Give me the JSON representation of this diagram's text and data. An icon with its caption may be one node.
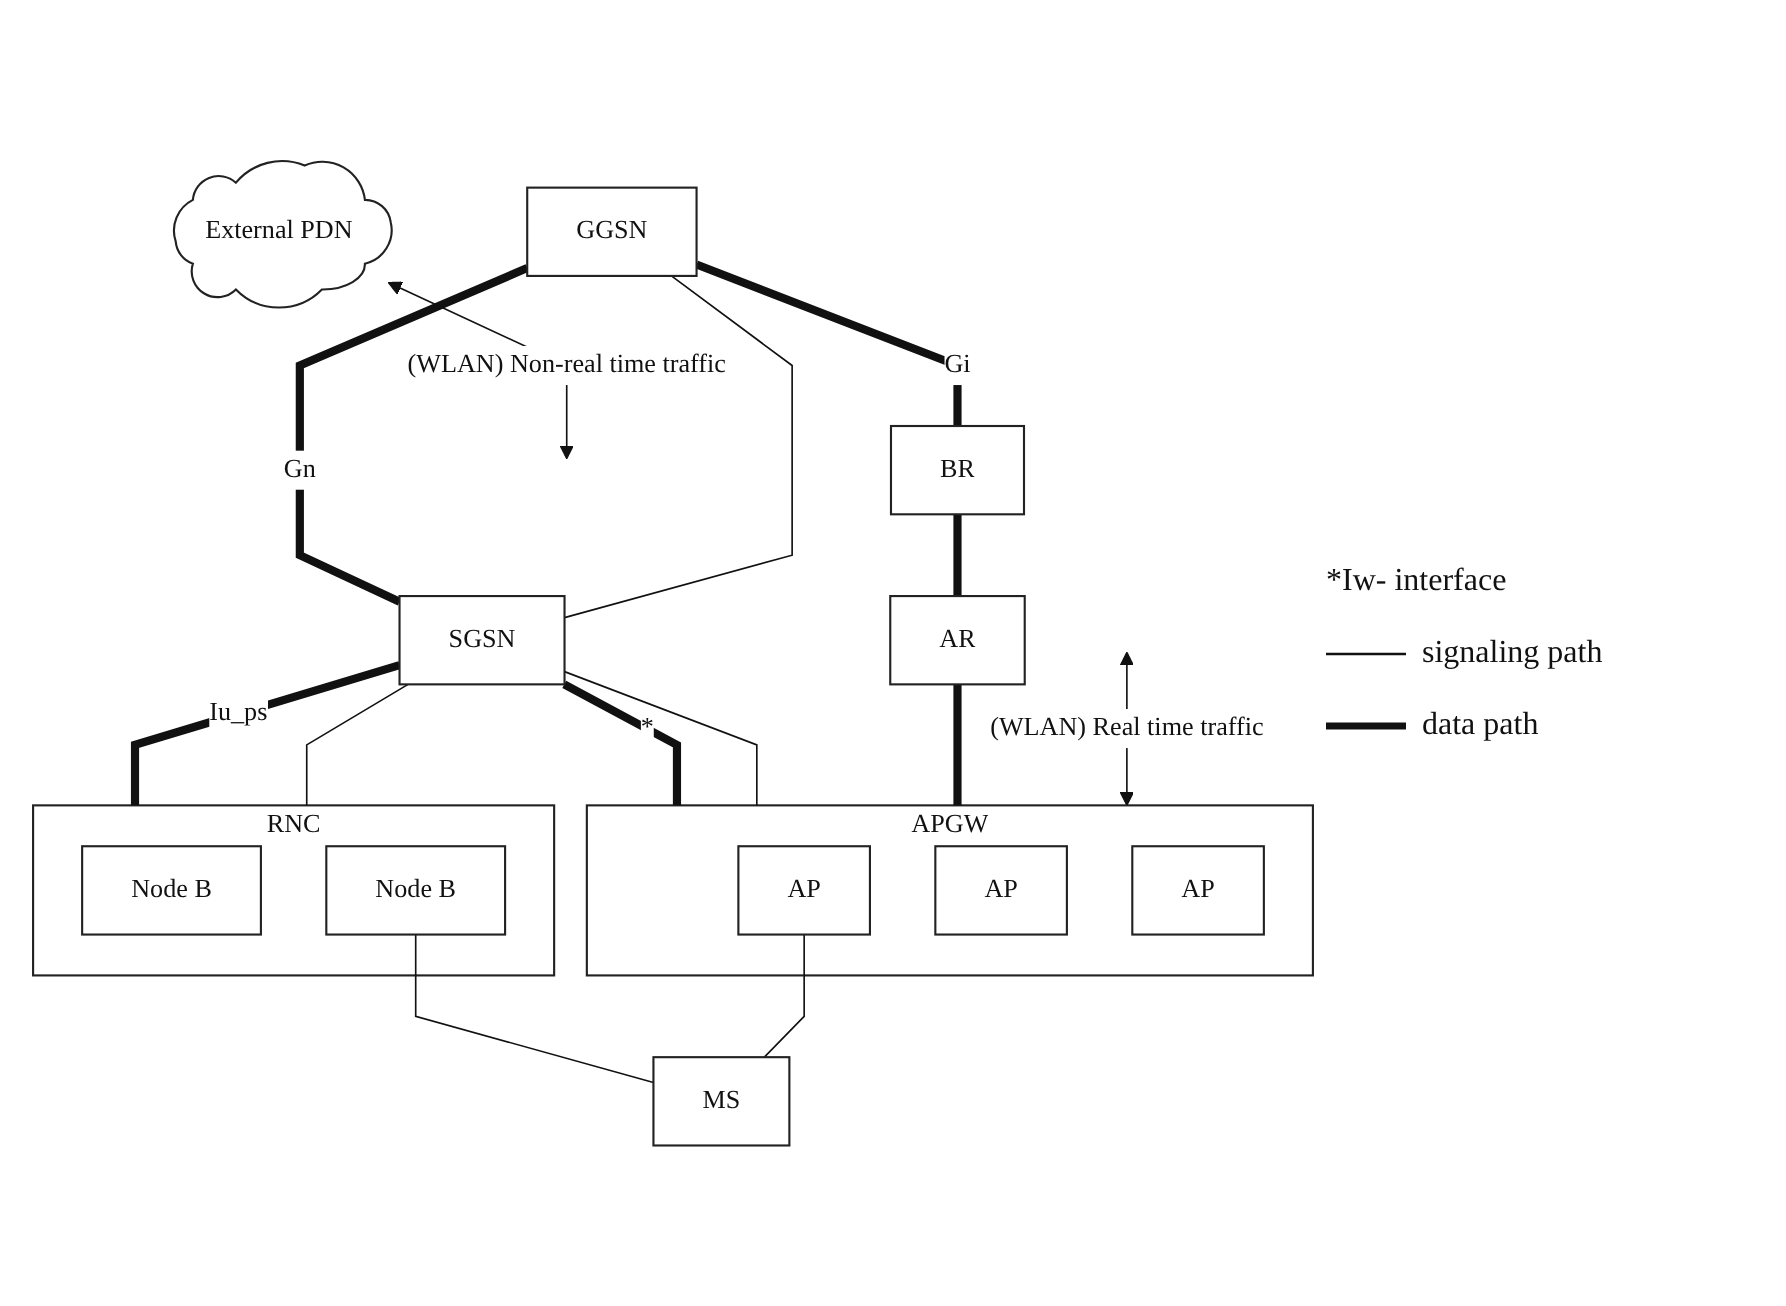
{
  "diagram": {
    "nodes": [
      {
        "text": [
          "External PDN"
        ]
      },
      {
        "text": [
          "GGSN"
        ]
      },
      {
        "text": [
          "BR"
        ]
      },
      {
        "text": [
          "SGSN"
        ]
      },
      {
        "text": [
          "AR"
        ]
      },
      {
        "text": [
          "RNC"
        ]
      },
      {
        "text": [
          "Node B"
        ],
        "in": 5
      },
      {
        "text": [
          "Node B"
        ],
        "in": 5
      },
      {
        "text": [
          "APGW"
        ]
      },
      {
        "text": [
          "AP"
        ],
        "in": 8
      },
      {
        "text": [
          "AP"
        ],
        "in": 8
      },
      {
        "text": [
          "AP"
        ],
        "in": 8
      },
      {
        "text": [
          "MS"
        ]
      }
    ],
    "edges": [
      {
        "from": 1,
        "to": 2,
        "arrow": "none",
        "label": "Gi",
        "style": "thick"
      },
      {
        "from": 1,
        "to": 3,
        "arrow": "none",
        "label": "Gn",
        "style": "thick"
      },
      {
        "from": 1,
        "to": 3,
        "arrow": "none"
      },
      {
        "from": 2,
        "to": 4,
        "arrow": "none",
        "style": "thick"
      },
      {
        "from": 3,
        "to": 5,
        "arrow": "none",
        "label": "Iu_ps",
        "style": "thick"
      },
      {
        "from": 3,
        "to": 5,
        "arrow": "none"
      },
      {
        "from": 3,
        "to": 8,
        "arrow": "none",
        "label": "*",
        "style": "thick"
      },
      {
        "from": 3,
        "to": 8,
        "arrow": "none"
      },
      {
        "from": 4,
        "to": 8,
        "arrow": "none",
        "style": "thick"
      },
      {
        "from": 7,
        "to": 12,
        "arrow": "none"
      },
      {
        "from": 9,
        "to": 12,
        "arrow": "none"
      },
      {
        "from": null,
        "to": 8,
        "arrow": "both",
        "label": "(WLAN) Real time traffic"
      },
      {
        "from": 0,
        "to": null,
        "arrow": "both",
        "label": "(WLAN) Non-real time traffic"
      }
    ],
    "labels": [
      "*Iw- interface"
    ],
    "legend": [
      {
        "text": "signaling path"
      },
      {
        "text": "data path"
      }
    ]
  }
}
